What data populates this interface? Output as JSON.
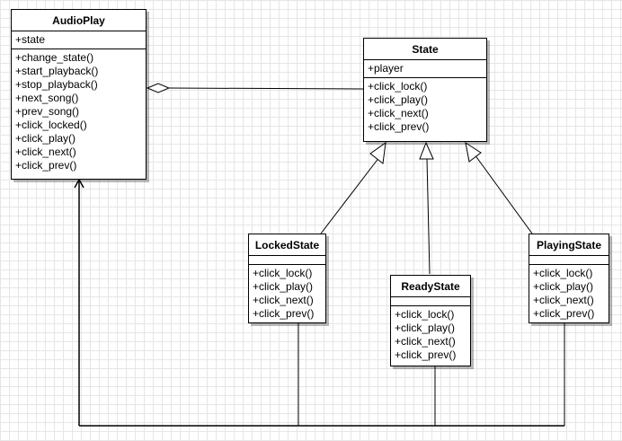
{
  "classes": {
    "audioplay": {
      "name": "AudioPlay",
      "attributes": [
        "+state"
      ],
      "methods": [
        "+change_state()",
        "+start_playback()",
        "+stop_playback()",
        "+next_song()",
        "+prev_song()",
        "+click_locked()",
        "+click_play()",
        "+click_next()",
        "+click_prev()"
      ]
    },
    "state": {
      "name": "State",
      "attributes": [
        "+player"
      ],
      "methods": [
        "+click_lock()",
        "+click_play()",
        "+click_next()",
        "+click_prev()"
      ]
    },
    "lockedstate": {
      "name": "LockedState",
      "attributes": [],
      "methods": [
        "+click_lock()",
        "+click_play()",
        "+click_next()",
        "+click_prev()"
      ]
    },
    "readystate": {
      "name": "ReadyState",
      "attributes": [],
      "methods": [
        "+click_lock()",
        "+click_play()",
        "+click_next()",
        "+click_prev()"
      ]
    },
    "playingstate": {
      "name": "PlayingState",
      "attributes": [],
      "methods": [
        "+click_lock()",
        "+click_play()",
        "+click_next()",
        "+click_prev()"
      ]
    }
  },
  "relationships": [
    {
      "type": "aggregation",
      "whole": "AudioPlay",
      "part": "State"
    },
    {
      "type": "generalization",
      "child": "LockedState",
      "parent": "State"
    },
    {
      "type": "generalization",
      "child": "ReadyState",
      "parent": "State"
    },
    {
      "type": "generalization",
      "child": "PlayingState",
      "parent": "State"
    },
    {
      "type": "association",
      "from": "LockedState",
      "to": "AudioPlay"
    },
    {
      "type": "association",
      "from": "ReadyState",
      "to": "AudioPlay"
    },
    {
      "type": "association",
      "from": "PlayingState",
      "to": "AudioPlay"
    }
  ]
}
